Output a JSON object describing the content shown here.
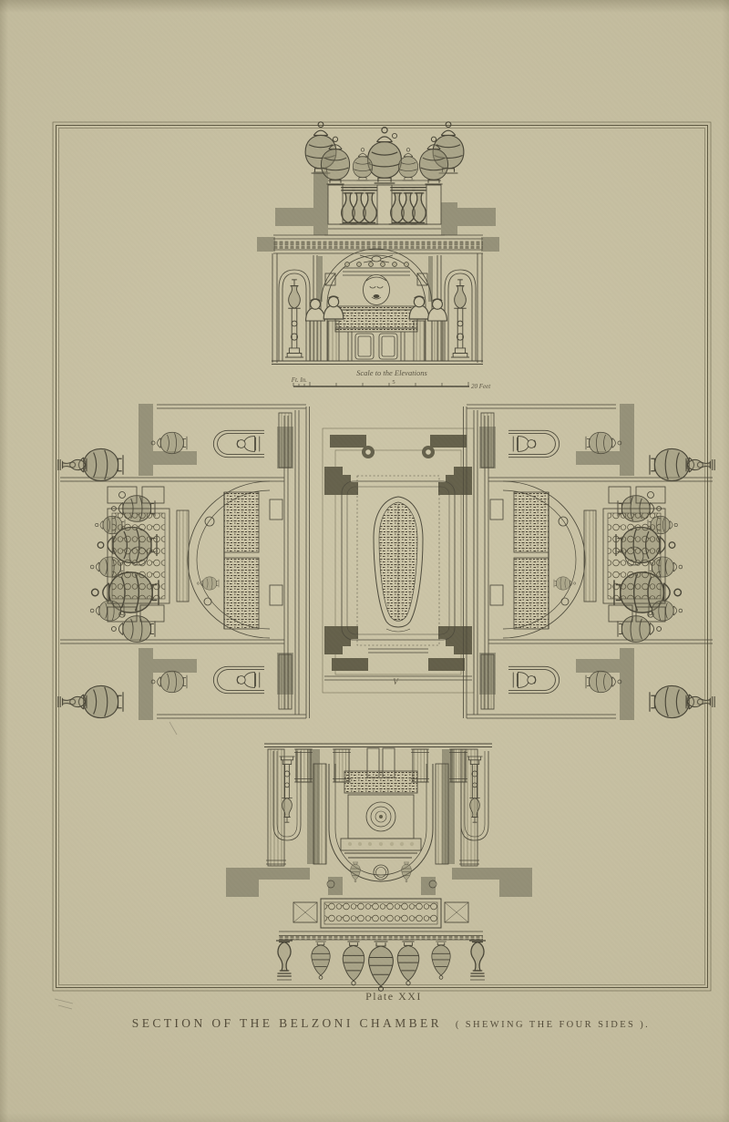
{
  "palette": {
    "paper": "#c7c0a2",
    "plate_inner_paper": "#cbc4a6",
    "ink": "#3c392c",
    "poche_gray": "#8f8b73",
    "caption_ink": "#4b4332"
  },
  "plate": {
    "number": "Plate XXI",
    "caption": {
      "main": "SECTION OF THE BELZONI CHAMBER",
      "paren": "( SHEWING THE FOUR SIDES )."
    },
    "scale_bar": {
      "title": "Scale to the Elevations",
      "unit_left": "Ft. In.",
      "mid_tick": "5",
      "unit_right": "20 Feet"
    },
    "plan": {
      "label": "V"
    }
  },
  "figures": {
    "center": "chamber-plan-with-sarcophagus",
    "top": "top-wall-elevation",
    "left": "left-wall-elevation",
    "right": "right-wall-elevation",
    "bottom": "bottom-wall-elevation"
  }
}
